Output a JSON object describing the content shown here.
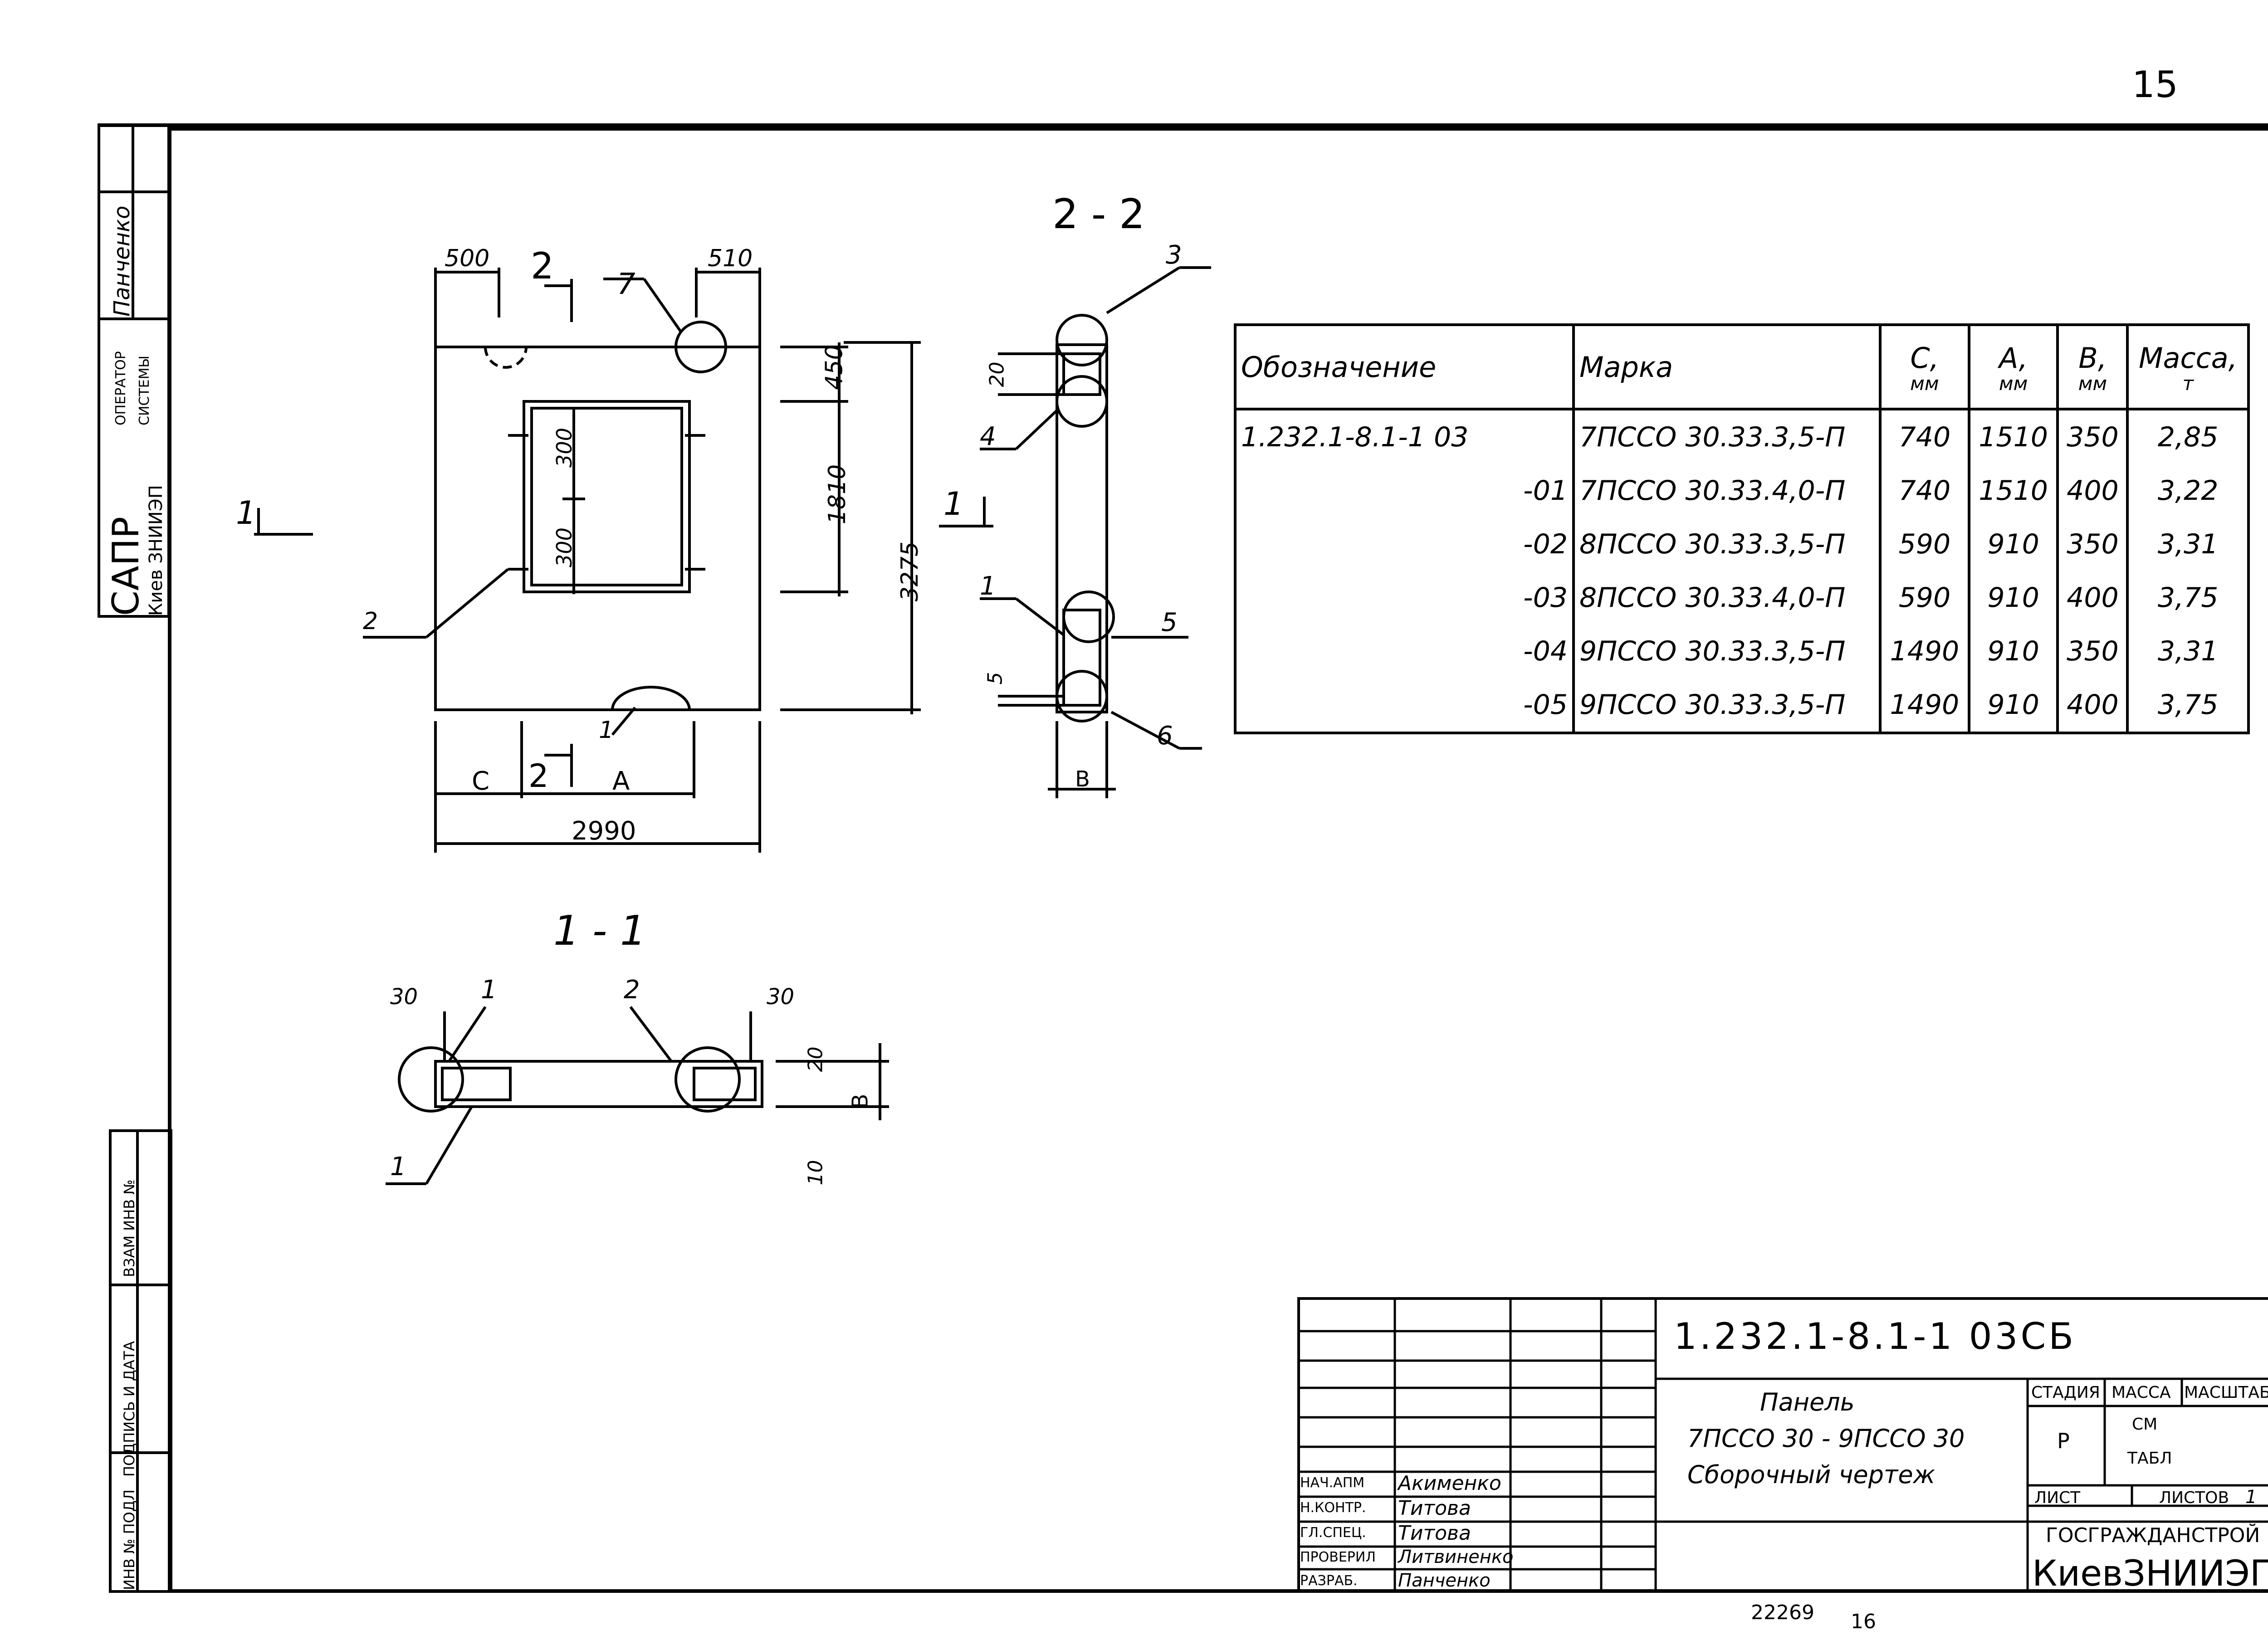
{
  "page_number": "15",
  "footer": {
    "sheet_code": "22269",
    "sheet_num": "16"
  },
  "left_stamp": {
    "signature_name": "Панченко",
    "operator_line1": "ОПЕРАТОР",
    "operator_line2": "СИСТЕМЫ",
    "sapr": "САПР",
    "org": "Киев ЗНИИЭП",
    "inv_podl": "ИНВ № ПОДЛ",
    "podpis_data": "ПОДПИСЬ И ДАТА",
    "vzam_inv": "ВЗАМ ИНВ №"
  },
  "views": {
    "section_2_2": "2 - 2",
    "section_1_1": "1 - 1",
    "plan_marks": {
      "top_left": "500",
      "top_right": "510",
      "dim_450": "450",
      "dim_1810": "1810",
      "dim_3275": "3275",
      "dim_300a": "300",
      "dim_300b": "300",
      "dim_2990": "2990",
      "label_c": "C",
      "label_a": "A",
      "cut_2": "2",
      "cut_1": "1"
    },
    "callouts": {
      "n1": "1",
      "n2": "2",
      "n3": "3",
      "n4": "4",
      "n5": "5",
      "n6": "6",
      "n7": "7"
    },
    "s22_marks": {
      "dim_20": "20",
      "dim_5": "5",
      "label_b": "B"
    },
    "s11_marks": {
      "dim_30l": "30",
      "dim_30r": "30",
      "dim_20": "20",
      "dim_10": "10",
      "label_b": "B"
    }
  },
  "spec_table": {
    "headers": [
      "Обозначение",
      "Марка",
      "C,",
      "A,",
      "B,",
      "Масса,"
    ],
    "units": [
      "",
      "",
      "мм",
      "мм",
      "мм",
      "т"
    ],
    "rows": [
      [
        "1.232.1-8.1-1  03",
        "7ПСCО 30.33.3,5-П",
        "740",
        "1510",
        "350",
        "2,85"
      ],
      [
        "-01",
        "7ПСCО 30.33.4,0-П",
        "740",
        "1510",
        "400",
        "3,22"
      ],
      [
        "-02",
        "8ПСCО 30.33.3,5-П",
        "590",
        "910",
        "350",
        "3,31"
      ],
      [
        "-03",
        "8ПСCО 30.33.4,0-П",
        "590",
        "910",
        "400",
        "3,75"
      ],
      [
        "-04",
        "9ПСCО 30.33.3,5-П",
        "1490",
        "910",
        "350",
        "3,31"
      ],
      [
        "-05",
        "9ПСCО 30.33.3,5-П",
        "1490",
        "910",
        "400",
        "3,75"
      ]
    ]
  },
  "title_block": {
    "code": "1.232.1-8.1-1  03СБ",
    "name1": "Панель",
    "name2": "7ПСCО 30 - 9ПСCО 30",
    "name3": "Сборочный чертеж",
    "stadia_label": "СТАДИЯ",
    "massa_label": "МАССА",
    "masshtab_label": "МАСШТАБ",
    "stadia": "Р",
    "massa1": "СМ",
    "massa2": "ТАБЛ",
    "list_label": "ЛИСТ",
    "listov_label": "ЛИСТОВ",
    "listov": "1",
    "org1": "ГОСГРАЖДАНСТРОЙ",
    "org2": "КиевЗНИИЭП",
    "roles": [
      "НАЧ.АПМ",
      "Н.КОНТР.",
      "ГЛ.СПЕЦ.",
      "ПРОВЕРИЛ",
      "РАЗРАБ."
    ],
    "names": [
      "Акименко",
      "Титова",
      "Титова",
      "Литвиненко",
      "Панченко"
    ]
  }
}
